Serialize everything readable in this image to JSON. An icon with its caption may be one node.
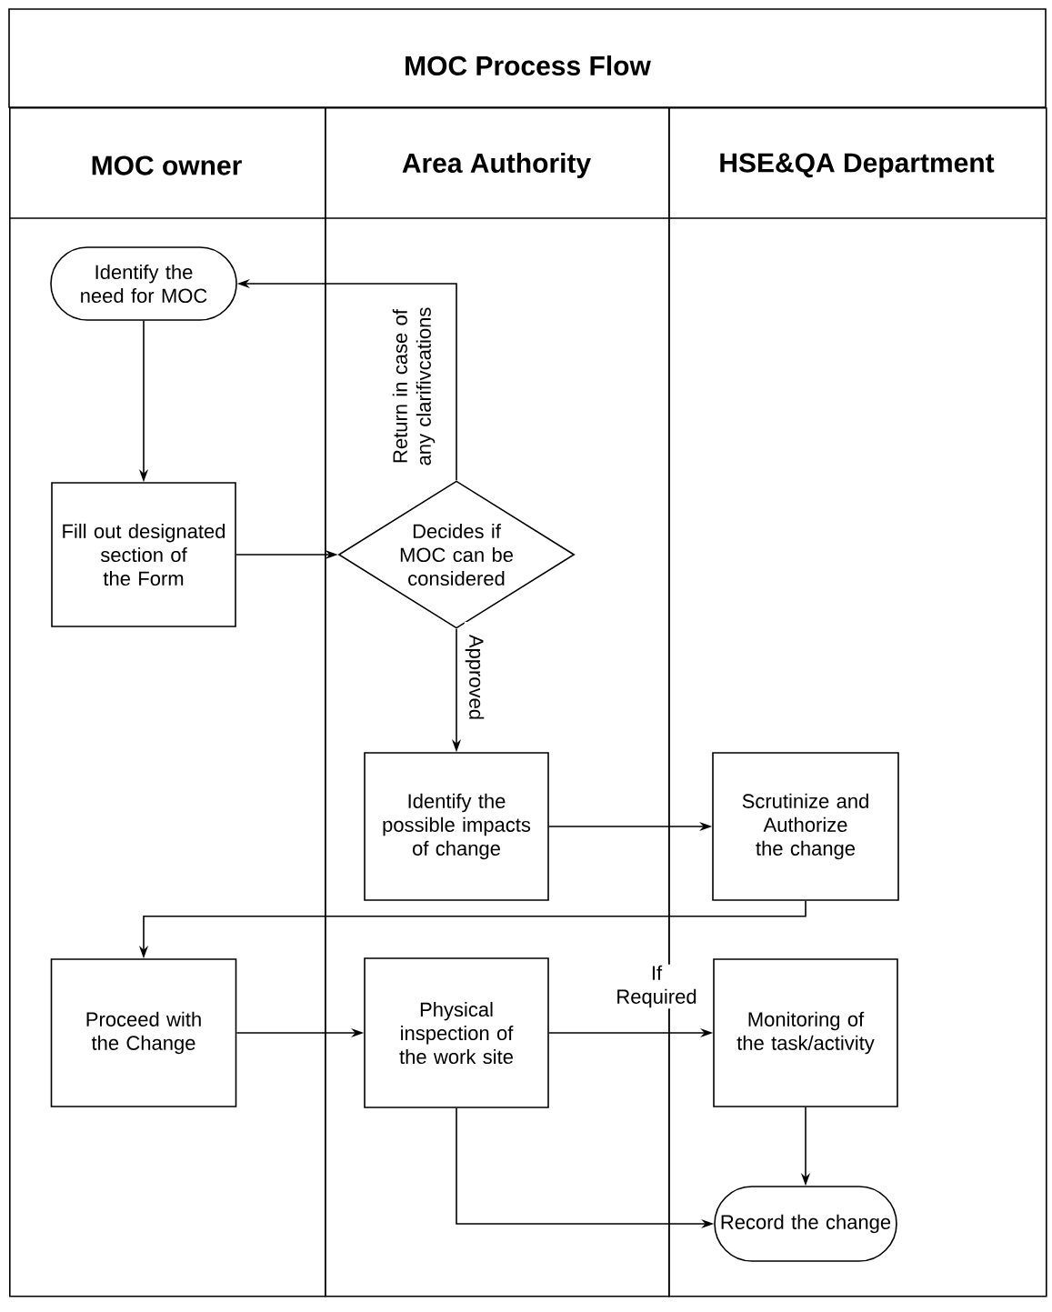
{
  "diagram": {
    "title": "MOC Process Flow",
    "nodes": [
      {
        "text": [
          "MOC owner"
        ]
      },
      {
        "text": [
          "Area Authority"
        ]
      },
      {
        "text": [
          "HSE&QA Department"
        ]
      },
      {
        "text": [
          "Identify the need for MOC"
        ],
        "in": 0
      },
      {
        "text": [
          "Fill out designated section of the Form"
        ],
        "in": 0
      },
      {
        "text": [
          "Decides if MOC can be considered"
        ],
        "in": 1
      },
      {
        "text": [
          "Identify the possible impacts of change"
        ],
        "in": 1
      },
      {
        "text": [
          "Scrutinize and Authorize the change"
        ],
        "in": 2
      },
      {
        "text": [
          "Proceed with the Change"
        ],
        "in": 0
      },
      {
        "text": [
          "Physical inspection of the work site"
        ],
        "in": 1
      },
      {
        "text": [
          "Monitoring of the task/activity"
        ],
        "in": 2
      },
      {
        "text": [
          "Record the change"
        ],
        "in": 2
      }
    ],
    "edges": [
      {
        "from": 3,
        "to": 4,
        "arrow": "to"
      },
      {
        "from": 4,
        "to": 5,
        "arrow": "to"
      },
      {
        "from": 5,
        "to": 3,
        "arrow": "to",
        "label": "Return in case of any clarifivcations"
      },
      {
        "from": 5,
        "to": 6,
        "arrow": "to",
        "label": "Approved"
      },
      {
        "from": 6,
        "to": 7,
        "arrow": "to"
      },
      {
        "from": 7,
        "to": 8,
        "arrow": "to"
      },
      {
        "from": 8,
        "to": 9,
        "arrow": "to"
      },
      {
        "from": 9,
        "to": 10,
        "arrow": "to",
        "label": "If Required"
      },
      {
        "from": 10,
        "to": 11,
        "arrow": "to"
      },
      {
        "from": 9,
        "to": 11,
        "arrow": "to"
      }
    ]
  }
}
